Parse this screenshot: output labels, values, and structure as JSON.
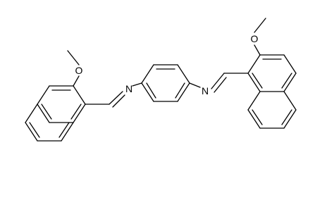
{
  "figure": {
    "atom_labels": {
      "methoxy_left": "O",
      "imine_left": "N",
      "imine_right": "N",
      "methoxy_right": "O"
    },
    "colors": {
      "bond": "#000000",
      "background": "#ffffff"
    }
  }
}
